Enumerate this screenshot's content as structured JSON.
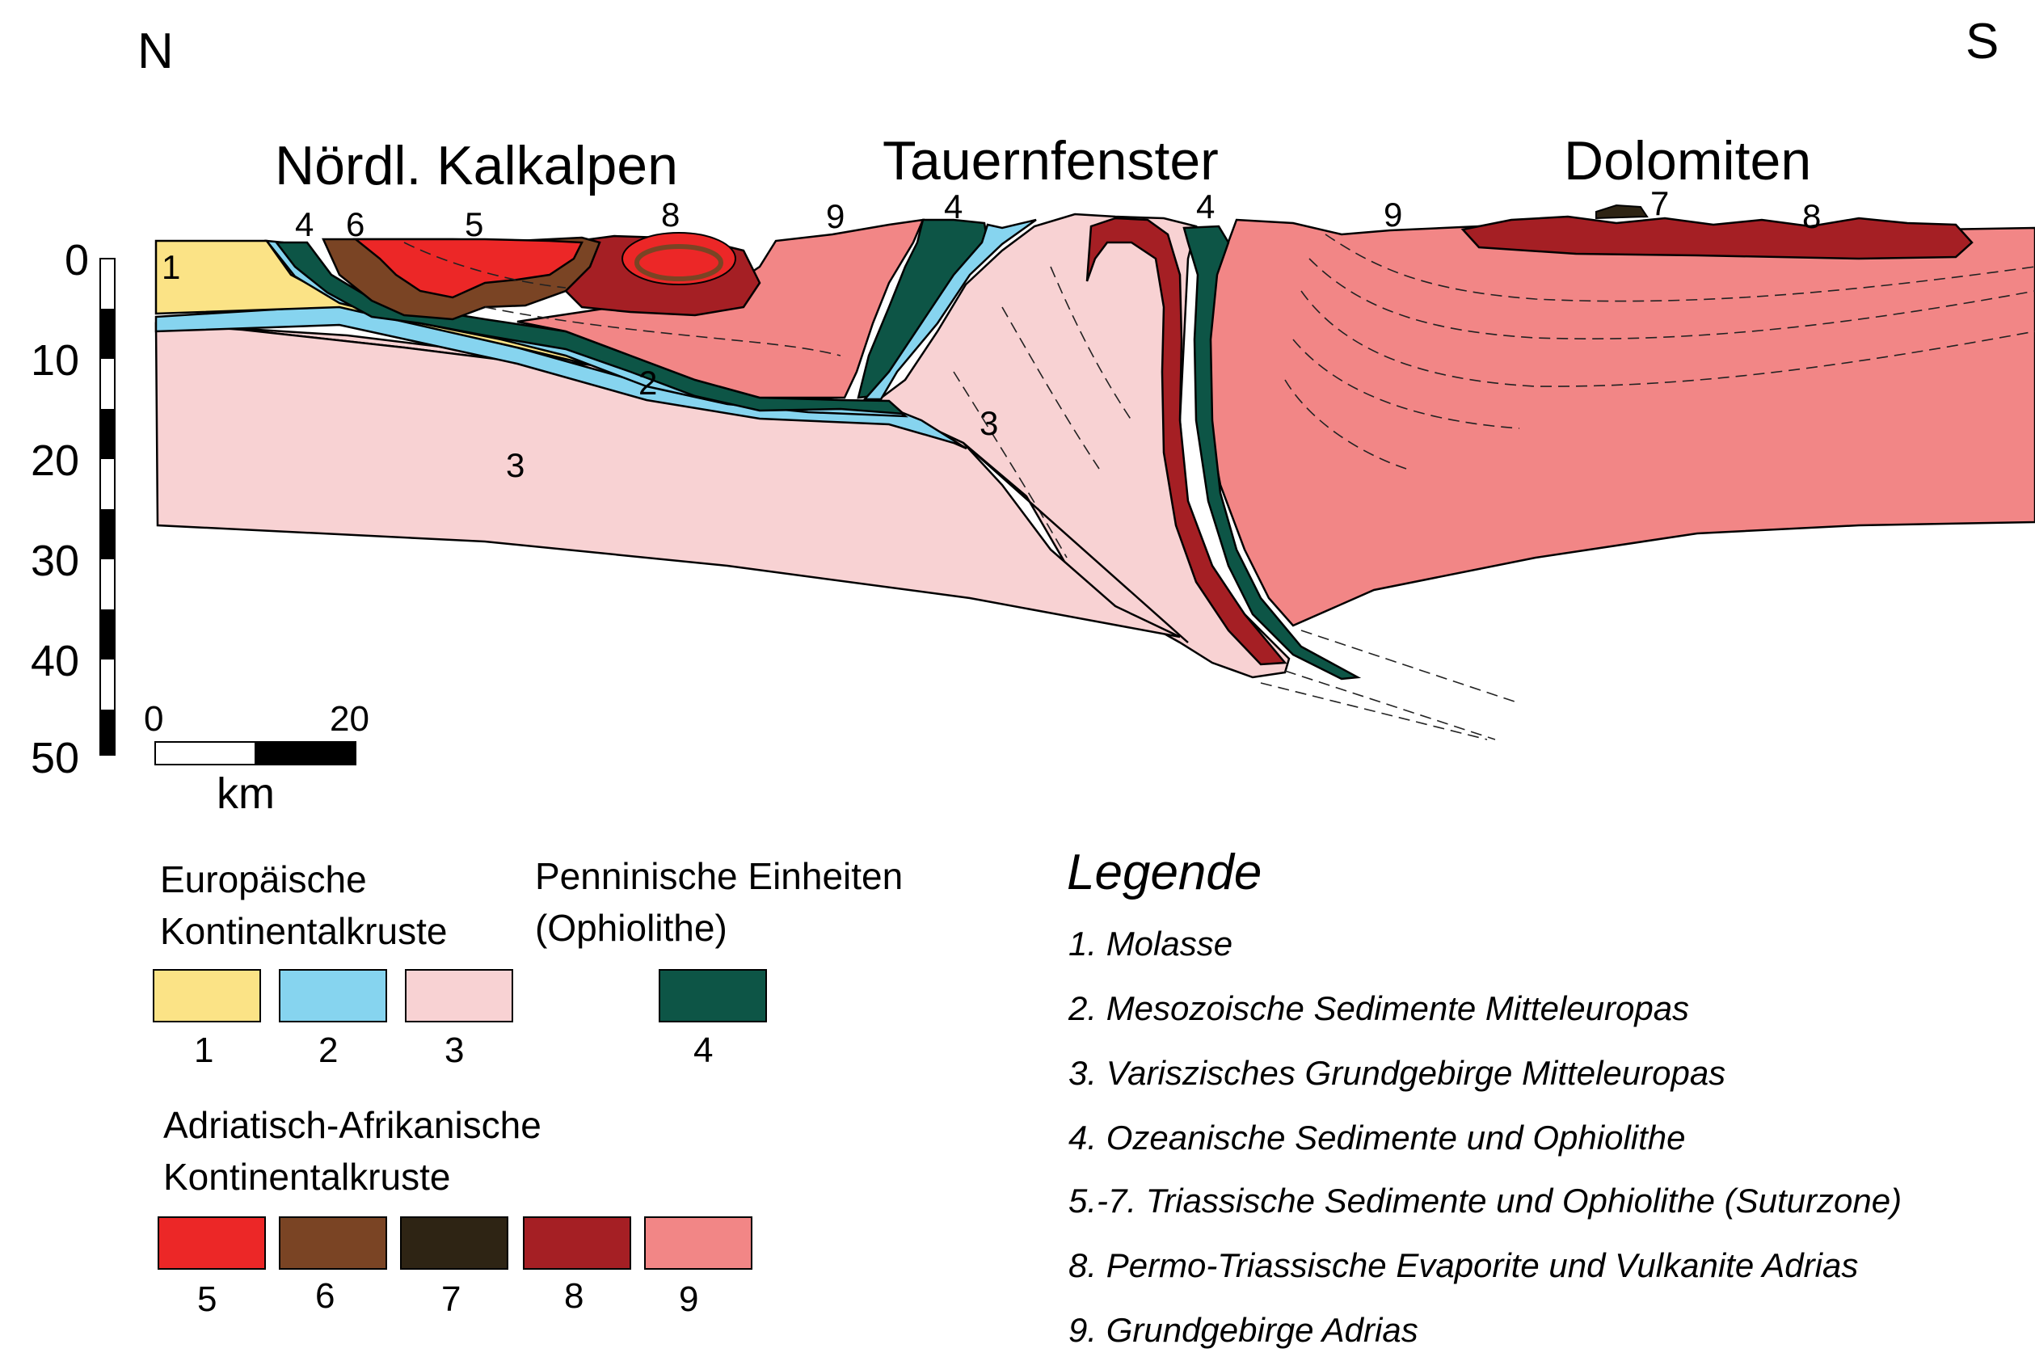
{
  "compass": {
    "north": "N",
    "south": "S"
  },
  "regions": {
    "kalkalpen": "Nördl. Kalkalpen",
    "tauern": "Tauernfenster",
    "dolomiten": "Dolomiten"
  },
  "depth_scale": {
    "ticks": [
      "0",
      "10",
      "20",
      "30",
      "40",
      "50"
    ]
  },
  "length_scale": {
    "start": "0",
    "end": "20",
    "unit": "km"
  },
  "section_labels": {
    "top_4a": "4",
    "top_6": "6",
    "top_5": "5",
    "top_8a": "8",
    "top_9a": "9",
    "top_4b": "4",
    "top_4c": "4",
    "top_9b": "9",
    "top_7": "7",
    "top_8b": "8",
    "inner_1": "1",
    "inner_2": "2",
    "inner_3a": "3",
    "inner_3b": "3"
  },
  "colors": {
    "c1": "#fbe386",
    "c2": "#86d4ef",
    "c3": "#f8d2d3",
    "c4": "#0d5546",
    "c5": "#ec2727",
    "c6": "#7a4424",
    "c7": "#2e2414",
    "c8": "#a51f24",
    "c9": "#f28686"
  },
  "legend_groups": {
    "european_line1": "Europäische",
    "european_line2": "Kontinentalkruste",
    "pennine_line1": "Penninische Einheiten",
    "pennine_line2": "(Ophiolithe)",
    "adriatic_line1": "Adriatisch-Afrikanische",
    "adriatic_line2": "Kontinentalkruste"
  },
  "swatch_numbers": [
    "1",
    "2",
    "3",
    "4",
    "5",
    "6",
    "7",
    "8",
    "9"
  ],
  "legend": {
    "title": "Legende",
    "items": [
      "1. Molasse",
      "2. Mesozoische Sedimente Mitteleuropas",
      "3. Variszisches Grundgebirge Mitteleuropas",
      "4. Ozeanische Sedimente und Ophiolithe",
      "5.-7. Triassische Sedimente und Ophiolithe  (Suturzone)",
      "8. Permo-Triassische Evaporite und Vulkanite Adrias",
      "9. Grundgebirge Adrias"
    ]
  }
}
